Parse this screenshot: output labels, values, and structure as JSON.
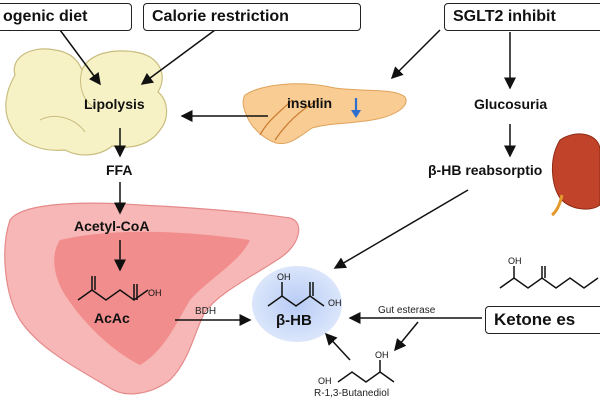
{
  "boxes": {
    "ketogenic_diet": "ogenic diet",
    "calorie_restriction": "Calorie restriction",
    "sglt2": "SGLT2 inhibit",
    "ketone_ester": "Ketone es"
  },
  "nodes": {
    "lipolysis": "Lipolysis",
    "insulin": "insulin",
    "glucosuria": "Glucosuria",
    "ffa": "FFA",
    "bhb_reabsorption": "β-HB reabsorptio",
    "acetyl_coa": "Acetyl-CoA",
    "acac": "AcAc",
    "bhb": "β-HB"
  },
  "enzymes": {
    "bdh": "BDH",
    "gut_esterase": "Gut esterase"
  },
  "molecules": {
    "butanediol": "R-1,3-Butanediol",
    "oh": "OH",
    "oh_upper": "OH"
  },
  "colors": {
    "fat": "#f7f2c6",
    "liver": "#f7b7b6",
    "liver_dark": "#ef7f7f",
    "pancreas": "#f8cc92",
    "kidney": "#c1442a",
    "bhb_halo": "#c9d8f7",
    "insulin_arrow": "#2e6fcf"
  }
}
